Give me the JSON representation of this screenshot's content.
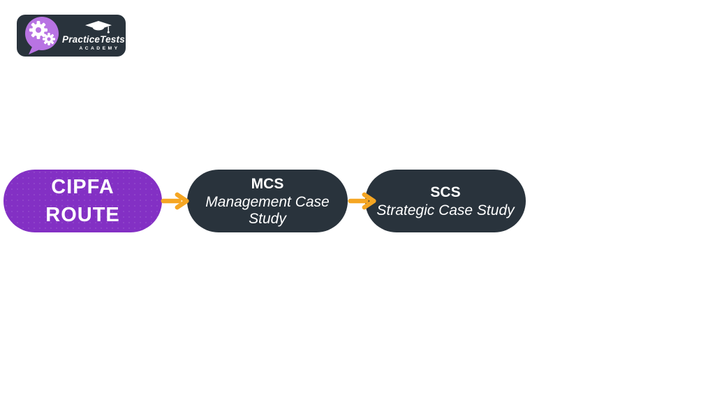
{
  "page": {
    "background_color": "#ffffff"
  },
  "logo": {
    "brand_name": "PracticeTests",
    "brand_subtitle": "ACADEMY",
    "badge_color": "#29333c",
    "bubble_color": "#b873e3",
    "icons": {
      "bubble": "gears-speech-bubble-icon",
      "cap": "graduation-cap-icon",
      "check": "checkbox-checked-icon"
    }
  },
  "flow": {
    "arrow_color": "#f5a623",
    "nodes": [
      {
        "line1": "CIPFA",
        "line2": "ROUTE",
        "color": "#8330c4",
        "text_color": "#ffffff"
      },
      {
        "abbr": "MCS",
        "name": "Management Case Study",
        "color": "#29333c",
        "text_color": "#ffffff"
      },
      {
        "abbr": "SCS",
        "name": "Strategic Case Study",
        "color": "#29333c",
        "text_color": "#ffffff"
      }
    ]
  }
}
